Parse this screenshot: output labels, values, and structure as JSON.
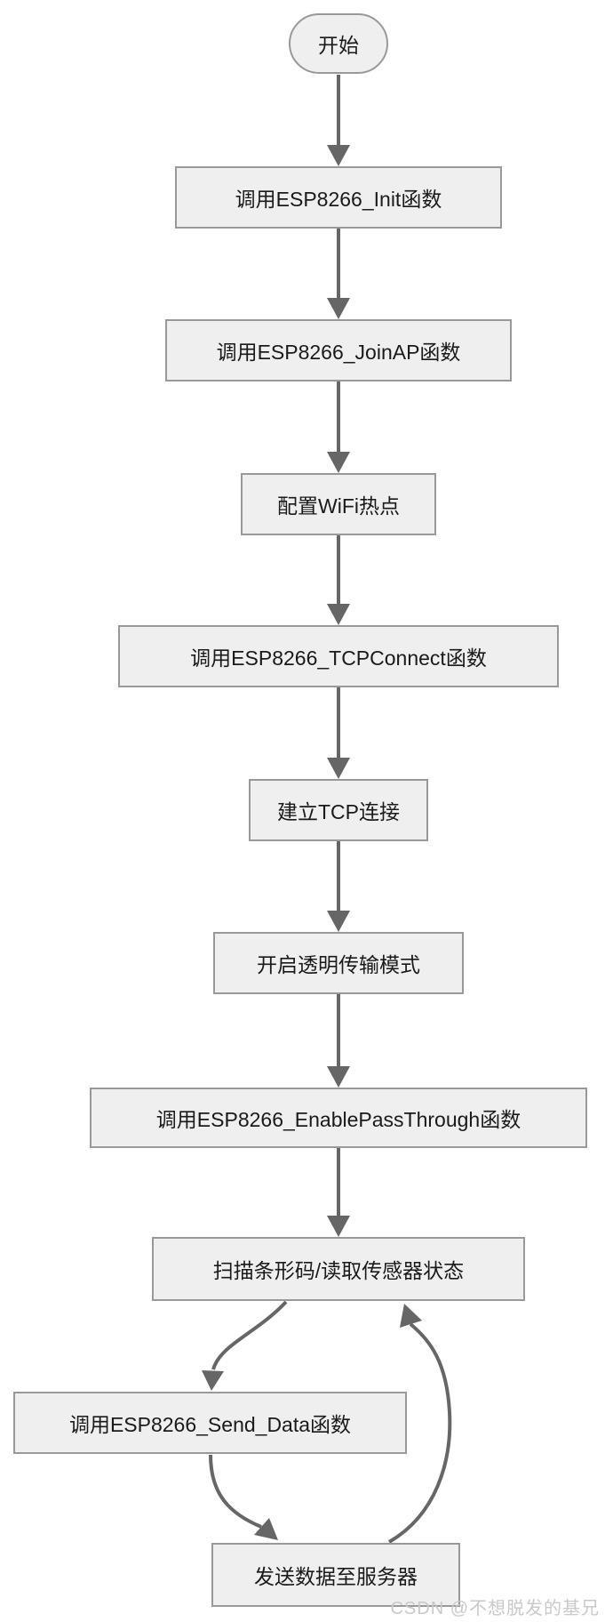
{
  "flowchart": {
    "direction": "top-down",
    "nodes": [
      {
        "id": "start",
        "shape": "stadium",
        "label": "开始"
      },
      {
        "id": "init",
        "shape": "rect",
        "label": "调用ESP8266_Init函数"
      },
      {
        "id": "joinap",
        "shape": "rect",
        "label": "调用ESP8266_JoinAP函数"
      },
      {
        "id": "wifi",
        "shape": "rect",
        "label": "配置WiFi热点"
      },
      {
        "id": "tcpconnect",
        "shape": "rect",
        "label": "调用ESP8266_TCPConnect函数"
      },
      {
        "id": "tcp",
        "shape": "rect",
        "label": "建立TCP连接"
      },
      {
        "id": "passmode",
        "shape": "rect",
        "label": "开启透明传输模式"
      },
      {
        "id": "enablepassthrough",
        "shape": "rect",
        "label": "调用ESP8266_EnablePassThrough函数"
      },
      {
        "id": "scan",
        "shape": "rect",
        "label": "扫描条形码/读取传感器状态"
      },
      {
        "id": "senddata",
        "shape": "rect",
        "label": "调用ESP8266_Send_Data函数"
      },
      {
        "id": "sendserver",
        "shape": "rect",
        "label": "发送数据至服务器"
      }
    ],
    "edges": [
      {
        "from": "start",
        "to": "init"
      },
      {
        "from": "init",
        "to": "joinap"
      },
      {
        "from": "joinap",
        "to": "wifi"
      },
      {
        "from": "wifi",
        "to": "tcpconnect"
      },
      {
        "from": "tcpconnect",
        "to": "tcp"
      },
      {
        "from": "tcp",
        "to": "passmode"
      },
      {
        "from": "passmode",
        "to": "enablepassthrough"
      },
      {
        "from": "enablepassthrough",
        "to": "scan"
      },
      {
        "from": "scan",
        "to": "senddata"
      },
      {
        "from": "senddata",
        "to": "sendserver"
      },
      {
        "from": "sendserver",
        "to": "scan"
      }
    ],
    "colors": {
      "node_fill": "#efefef",
      "node_border": "#999999",
      "edge": "#666666",
      "text": "#1a1a1a",
      "watermark": "#c9c9c9"
    },
    "watermark": "CSDN @不想脱发的基兄"
  }
}
